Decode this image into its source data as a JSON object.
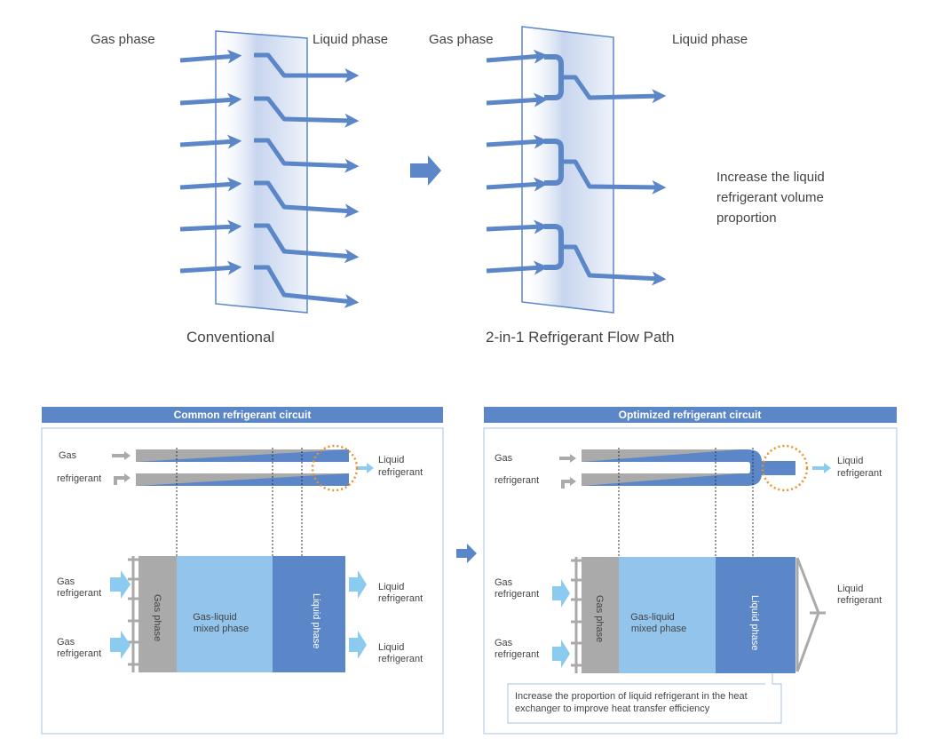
{
  "top": {
    "conventional": {
      "gas_label": "Gas phase",
      "liquid_label": "Liquid phase",
      "caption": "Conventional"
    },
    "two_in_one": {
      "gas_label": "Gas phase",
      "liquid_label": "Liquid phase",
      "caption": "2-in-1 Refrigerant Flow Path",
      "note_lines": [
        "Increase the liquid",
        "refrigerant volume",
        "proportion"
      ]
    }
  },
  "bottom": {
    "common": {
      "header": "Common refrigerant circuit",
      "inlet_label_1": "Gas",
      "inlet_label_2": "refrigerant",
      "outlet_label_1": "Liquid",
      "outlet_label_2": "refrigerant",
      "left_labels": [
        "Gas",
        "refrigerant",
        "Gas",
        "refrigerant"
      ],
      "right_labels": [
        "Liquid",
        "refrigerant",
        "Liquid",
        "refrigerant"
      ],
      "zone_gas": "Gas phase",
      "zone_mixed_1": "Gas-liquid",
      "zone_mixed_2": "mixed phase",
      "zone_liquid": "Liquid phase"
    },
    "optimized": {
      "header": "Optimized refrigerant circuit",
      "inlet_label_1": "Gas",
      "inlet_label_2": "refrigerant",
      "outlet_label_1": "Liquid",
      "outlet_label_2": "refrigerant",
      "left_labels": [
        "Gas",
        "refrigerant",
        "Gas",
        "refrigerant"
      ],
      "right_labels": [
        "Liquid",
        "refrigerant"
      ],
      "zone_gas": "Gas phase",
      "zone_mixed_1": "Gas-liquid",
      "zone_mixed_2": "mixed phase",
      "zone_liquid": "Liquid phase",
      "callout_1": "Increase the proportion of liquid refrigerant in the heat",
      "callout_2": "exchanger to improve heat transfer efficiency"
    }
  },
  "colors": {
    "blue": "#5b86c8",
    "header_blue": "#5b86c8",
    "light_blue": "#93c4ec",
    "arrow_light": "#8ccbf0",
    "gray": "#aaaaaa",
    "orange": "#e8942a"
  }
}
